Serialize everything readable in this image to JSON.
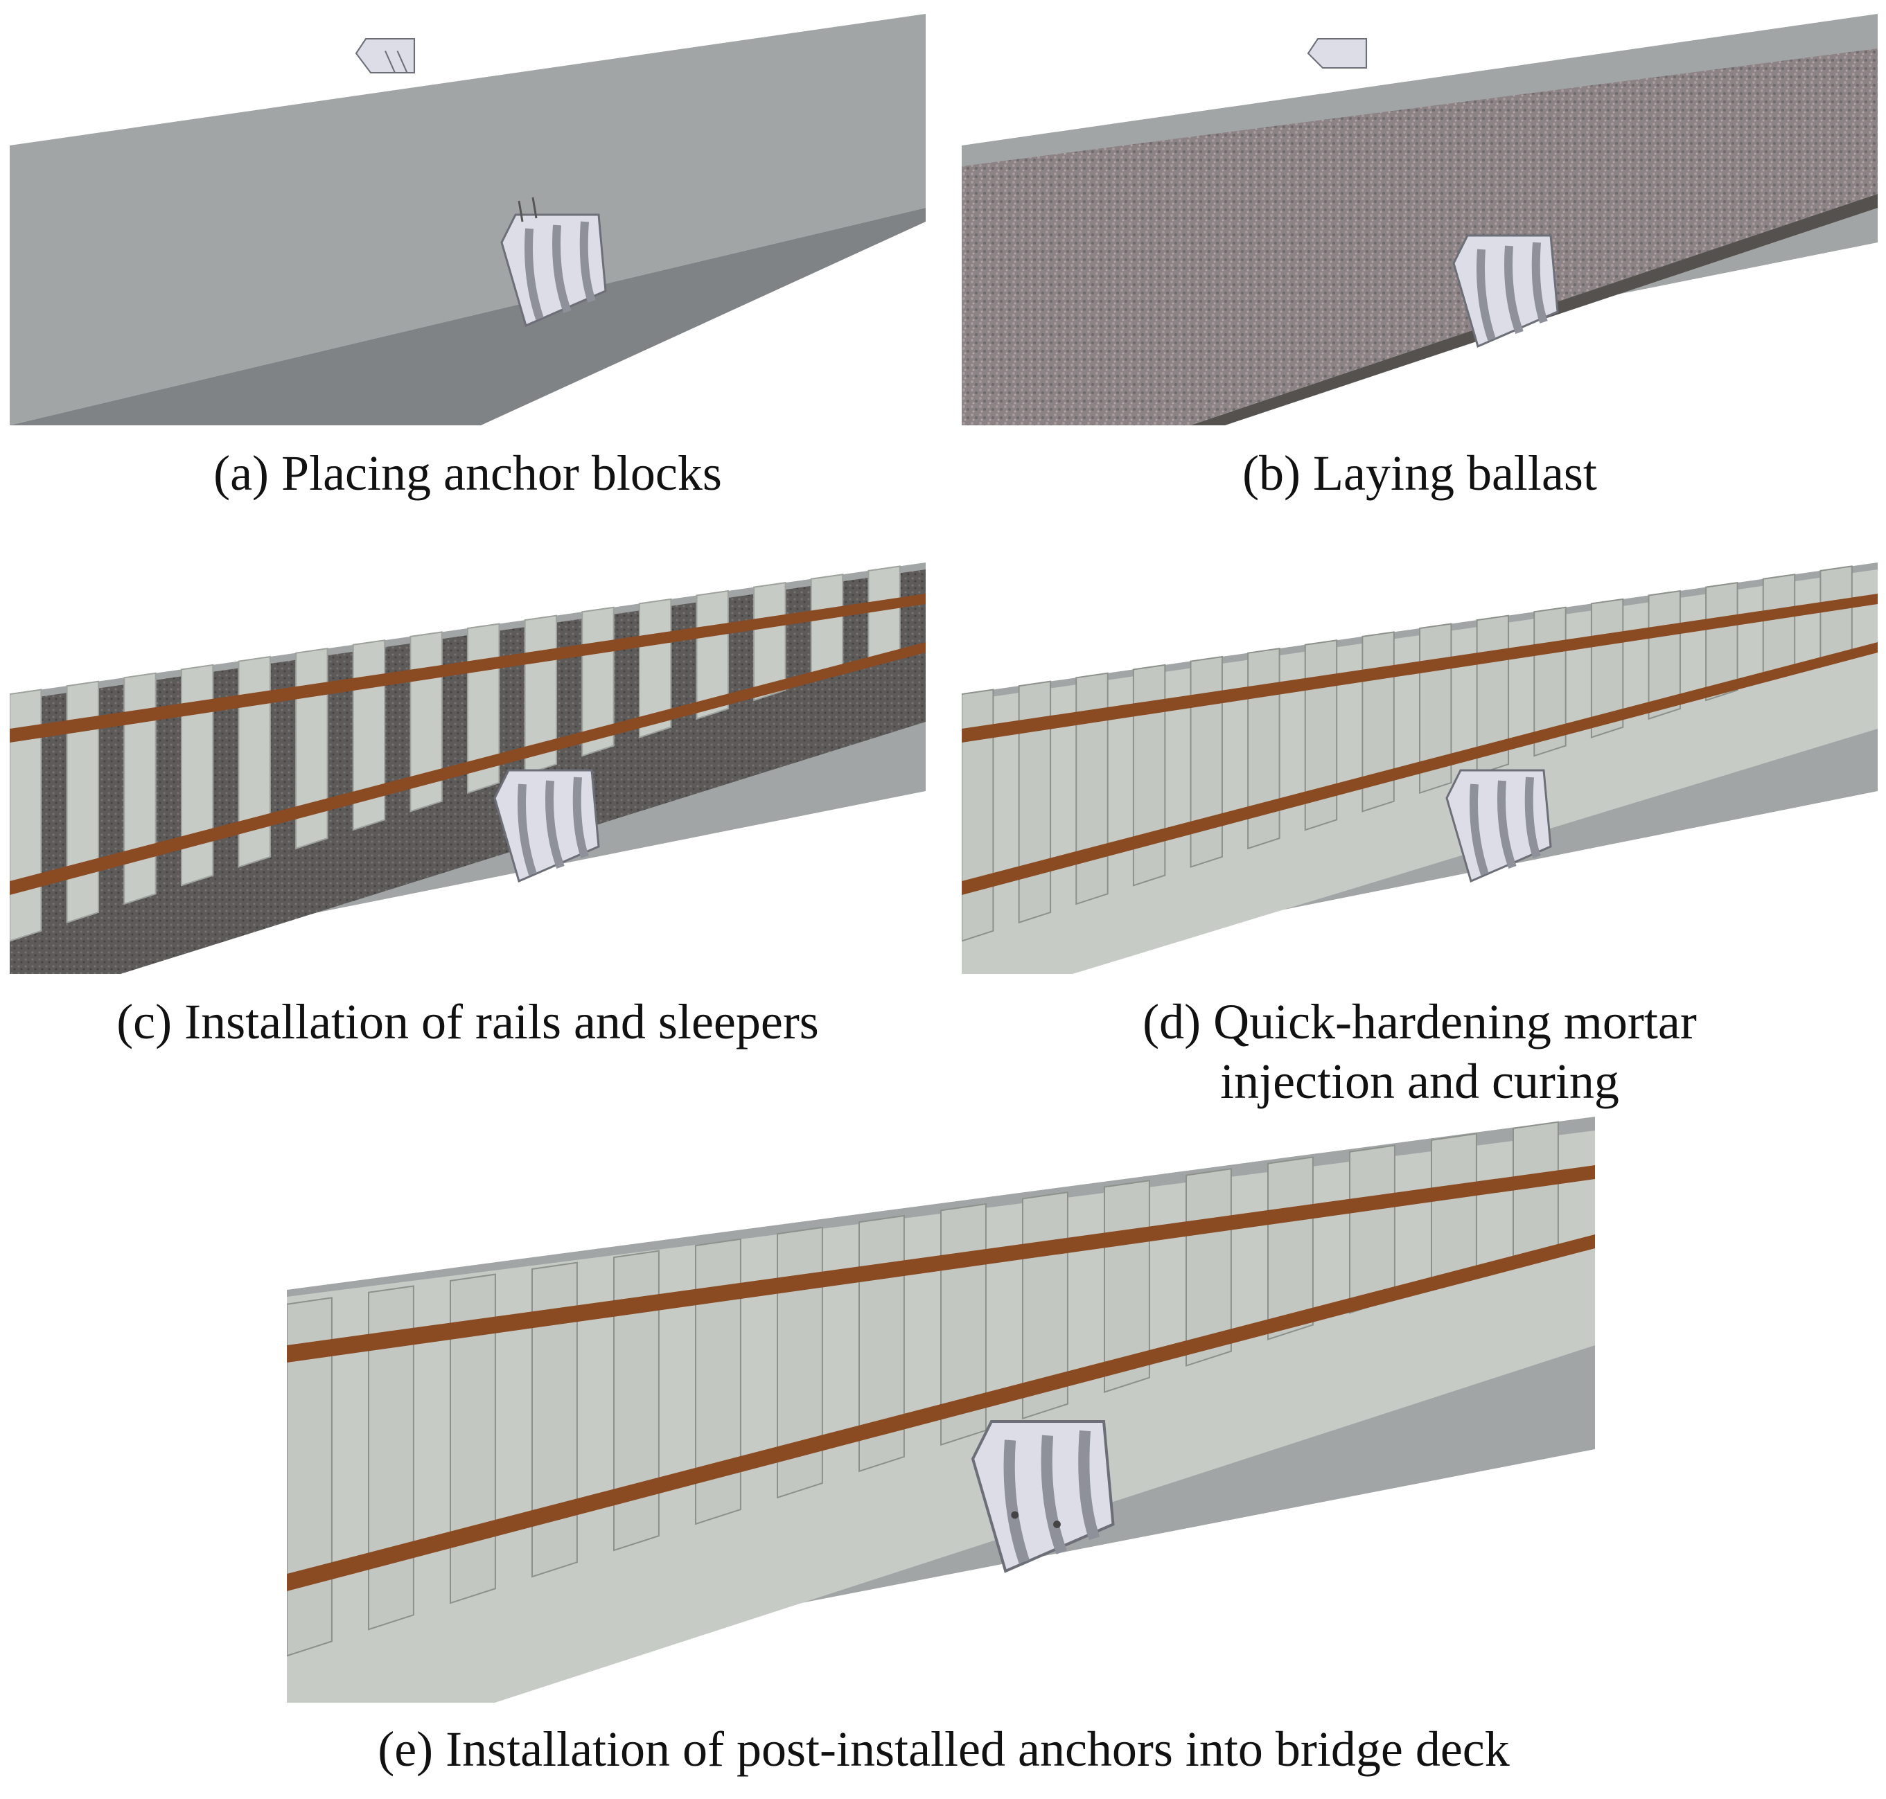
{
  "colors": {
    "deck": "#a2a5a6",
    "deck_edge": "#7f8385",
    "ballast": "#8c8386",
    "ballast_dark": "#55514f",
    "concrete": "#c7cbc6",
    "concrete_dark": "#a9aea9",
    "rail": "#8a4b22",
    "rail_top": "#b9733c",
    "anchor": "#dcdde6",
    "anchor_shadow": "#9fa1ab"
  },
  "panels": [
    {
      "id": "a",
      "caption": "(a) Placing anchor blocks",
      "stage": "deck-with-anchor-blocks"
    },
    {
      "id": "b",
      "caption": "(b) Laying ballast",
      "stage": "ballast-layer"
    },
    {
      "id": "c",
      "caption": "(c) Installation of rails and sleepers",
      "stage": "rails-sleepers-on-ballast"
    },
    {
      "id": "d",
      "caption_line1": "(d) Quick-hardening mortar",
      "caption_line2": "injection and curing",
      "stage": "mortar-cured-track"
    },
    {
      "id": "e",
      "caption": "(e) Installation of post-installed anchors into bridge deck",
      "stage": "post-installed-anchors"
    }
  ],
  "icons": {
    "anchor": "anchor-block-icon"
  }
}
